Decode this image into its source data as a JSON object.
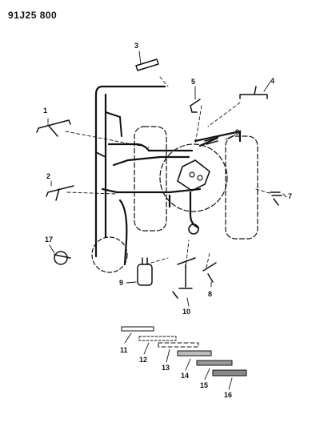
{
  "reference_code": "91J25 800",
  "callouts": {
    "c1": "1",
    "c2": "2",
    "c3": "3",
    "c4": "4",
    "c5": "5",
    "c6": "6",
    "c7": "7",
    "c8": "8",
    "c9": "9",
    "c10": "10",
    "c11": "11",
    "c12": "12",
    "c13": "13",
    "c14": "14",
    "c15": "15",
    "c16": "16",
    "c17": "17"
  }
}
